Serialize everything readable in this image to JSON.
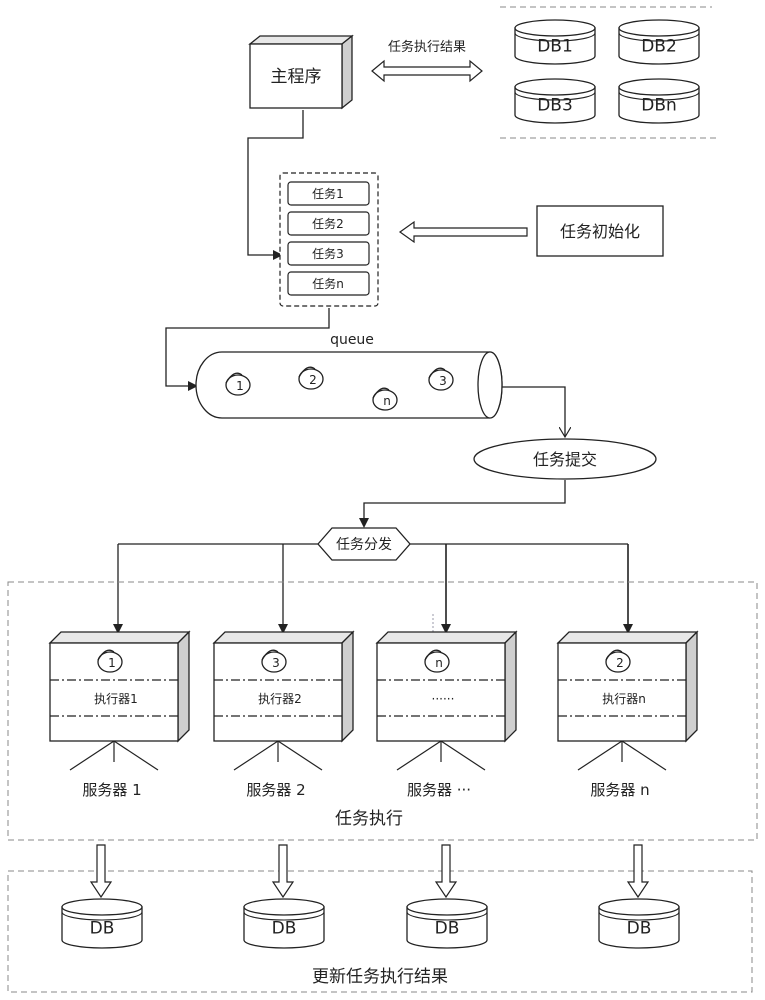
{
  "main_program": "主程序",
  "exec_result_label": "任务执行结果",
  "databases": [
    "DB1",
    "DB2",
    "DB3",
    "DBn"
  ],
  "task_list": [
    "任务1",
    "任务2",
    "任务3",
    "任务n"
  ],
  "task_init": "任务初始化",
  "queue": {
    "label": "queue",
    "tokens": [
      "1",
      "2",
      "n",
      "3"
    ]
  },
  "task_submit": "任务提交",
  "task_dispatch": "任务分发",
  "servers": [
    {
      "token": "1",
      "executor": "执行器1",
      "name": "服务器 1"
    },
    {
      "token": "3",
      "executor": "执行器2",
      "name": "服务器 2"
    },
    {
      "token": "n",
      "executor": "······",
      "name": "服务器 ···"
    },
    {
      "token": "2",
      "executor": "执行器n",
      "name": "服务器 n"
    }
  ],
  "task_execution": "任务执行",
  "result_db_label": "DB",
  "update_results": "更新任务执行结果"
}
